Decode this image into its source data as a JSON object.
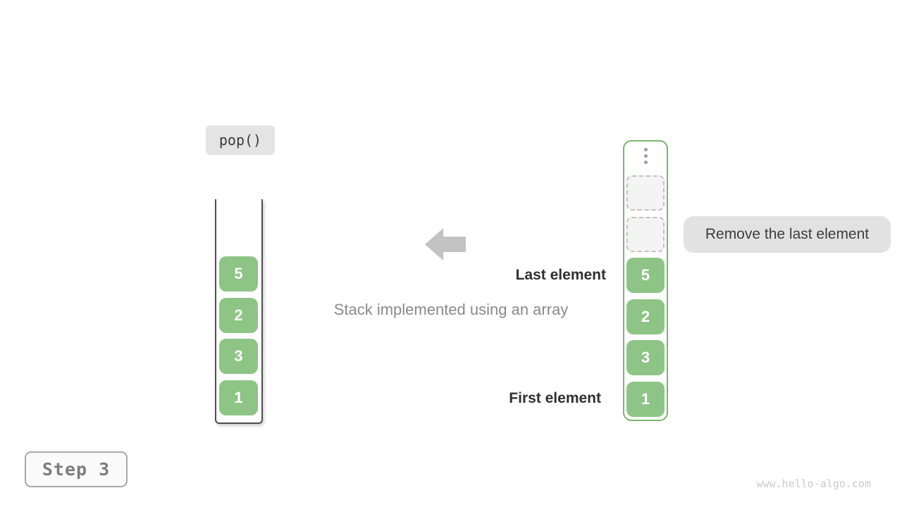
{
  "labels": {
    "operation": "pop()",
    "caption": "Stack implemented using an array",
    "last_element": "Last element",
    "first_element": "First element",
    "tooltip": "Remove the last element",
    "step": "Step 3",
    "watermark": "www.hello-algo.com"
  },
  "left_stack": {
    "description": "open-top stack drawing, values top to bottom",
    "values": [
      "5",
      "2",
      "3",
      "1"
    ]
  },
  "right_stack": {
    "description": "array container with ellipsis and two empty dashed slots above values",
    "empty_slot_count": 2,
    "values": [
      "5",
      "2",
      "3",
      "1"
    ]
  },
  "colors": {
    "cell-fill": "#8ec486",
    "cell-text": "#ffffff",
    "container-border": "#7ab570",
    "open-border": "#4f4f4f",
    "dashed-border": "#c2c2c2",
    "dashed-fill": "#f4f4f4",
    "badge-bg": "#e4e4e4",
    "badge-text": "#3a3a3a",
    "tooltip-bg": "#e2e2e2",
    "tooltip-text": "#3d3d3d",
    "caption-gray": "#8a8a8a",
    "label-dark": "#303030",
    "arrow-gray": "#c3c3c3",
    "step-border": "#a9a9a9",
    "step-bg": "#fafafa",
    "step-text": "#7d7d7d",
    "watermark": "#cbcbcb",
    "dots": "#9e9e9e"
  }
}
